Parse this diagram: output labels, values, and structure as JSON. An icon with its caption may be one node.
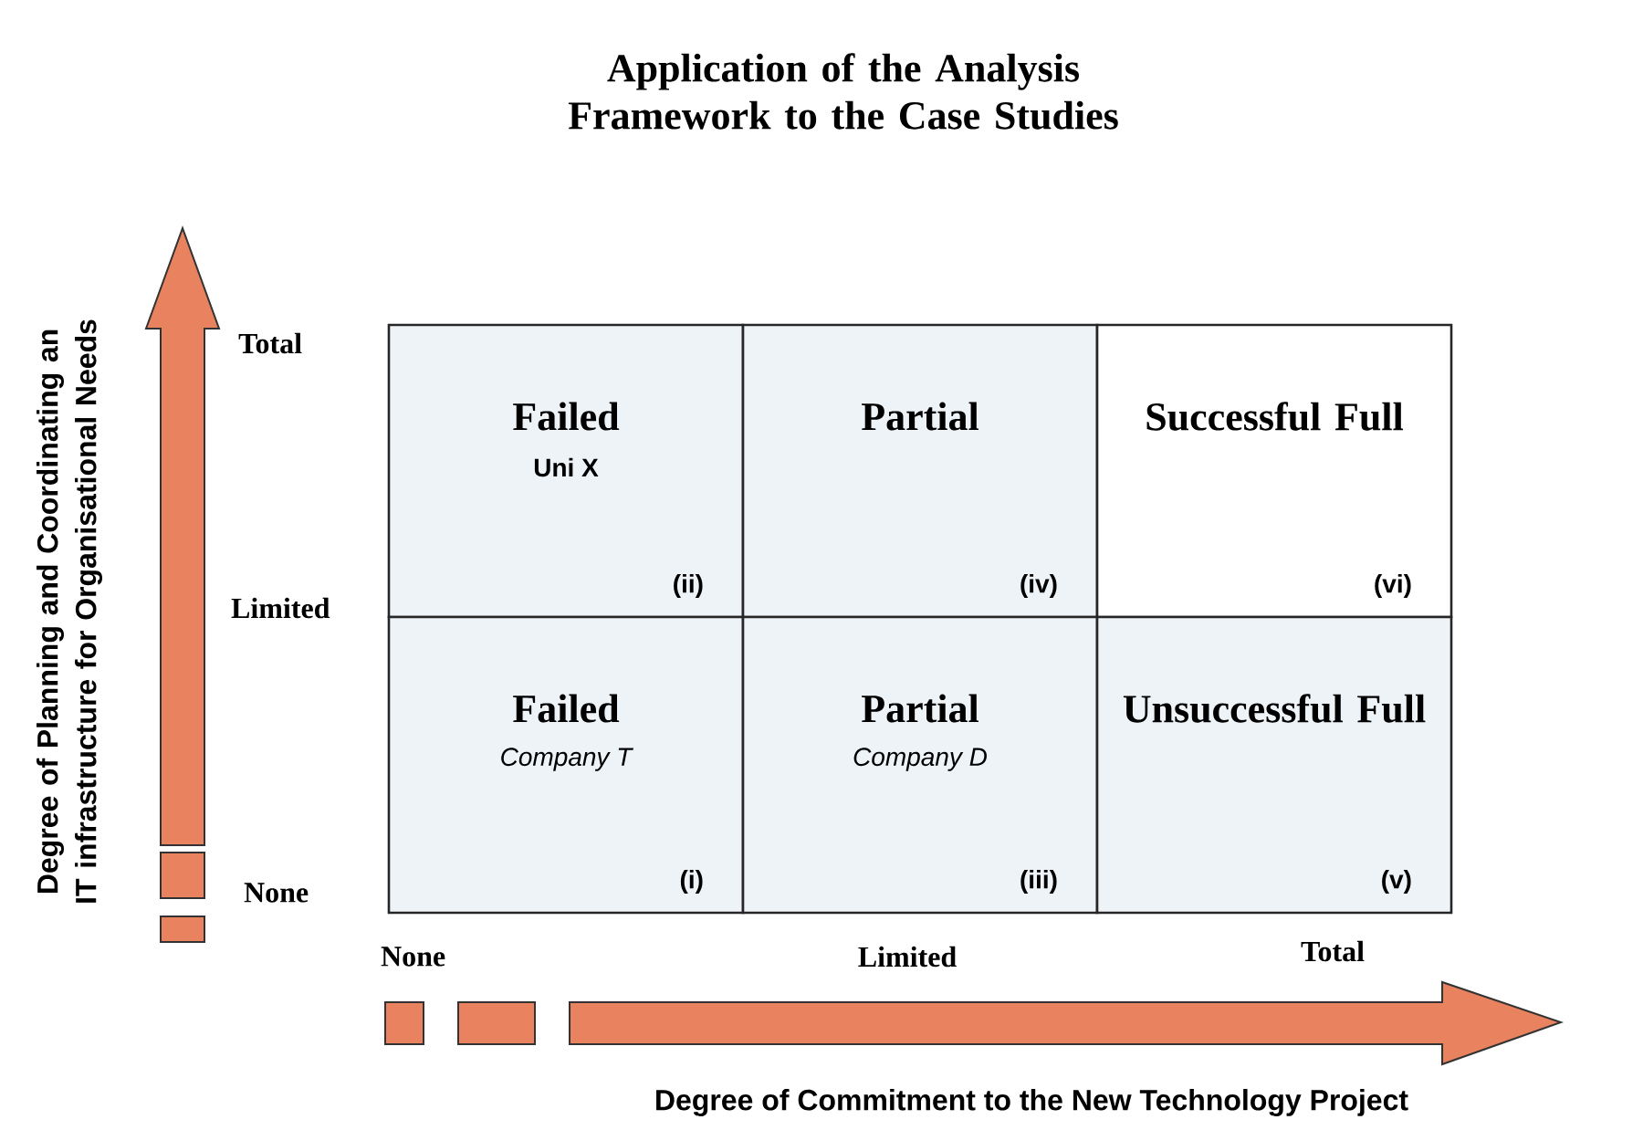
{
  "diagram": {
    "title": "Application of the Analysis Framework to the Case Studies",
    "nodes": [
      {
        "text": [
          "Failed",
          "Uni X",
          "(ii)"
        ]
      },
      {
        "text": [
          "Partial",
          "(iv)"
        ]
      },
      {
        "text": [
          "Successful Full",
          "(vi)"
        ]
      },
      {
        "text": [
          "Failed",
          "Company T",
          "(i)"
        ]
      },
      {
        "text": [
          "Partial",
          "Company D",
          "(iii)"
        ]
      },
      {
        "text": [
          "Unsuccessful Full",
          "(v)"
        ]
      }
    ],
    "labels": [
      "Degree of Planning and Coordinating an IT infrastructure for Organisational Needs",
      "Total",
      "Limited",
      "None",
      "None",
      "Limited",
      "Total",
      "Degree of Commitment to the New Technology Project"
    ]
  }
}
